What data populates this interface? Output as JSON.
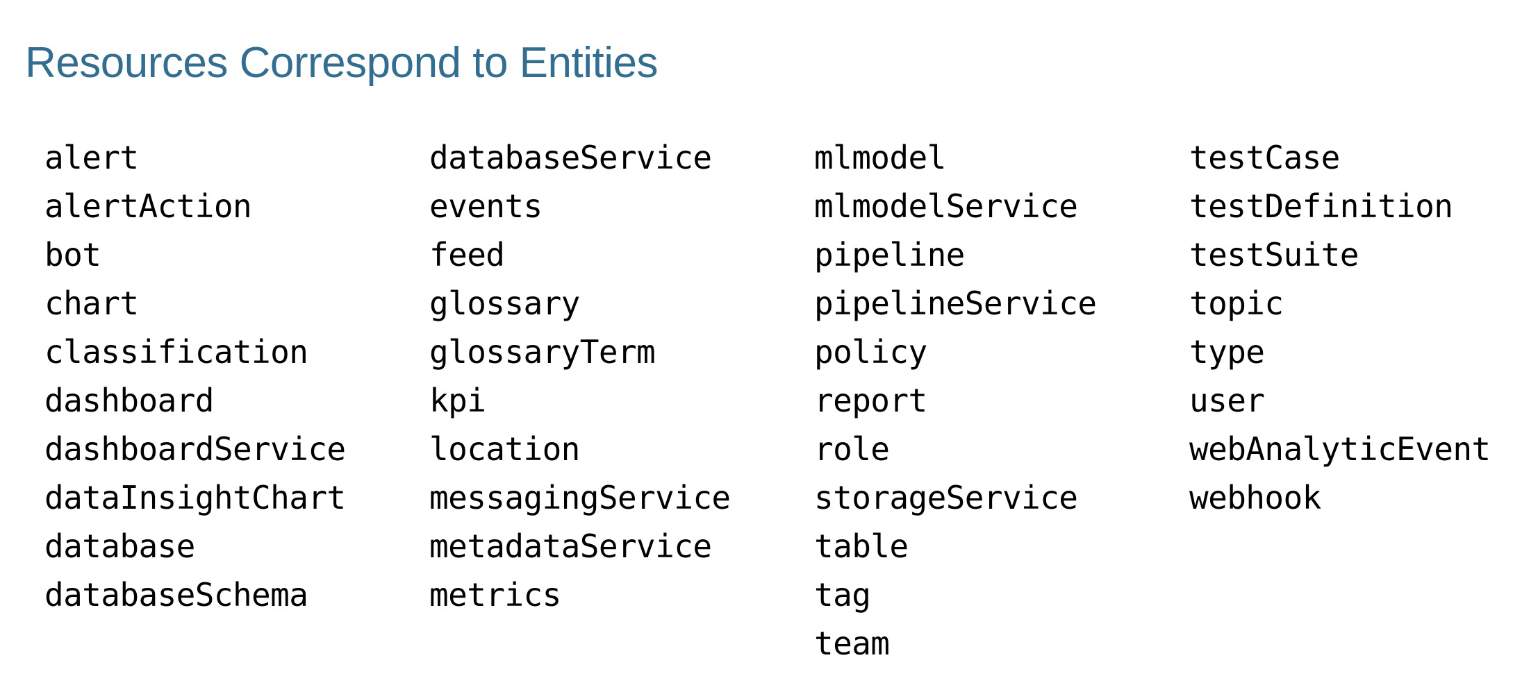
{
  "slide": {
    "title": "Resources Correspond to Entities",
    "title_color": "#336e91",
    "background_color": "#ffffff",
    "body_text_color": "#000000"
  },
  "columns": [
    {
      "name": "column-1",
      "items": [
        "alert",
        "alertAction",
        "bot",
        "chart",
        "classification",
        "dashboard",
        "dashboardService",
        "dataInsightChart",
        "database",
        "databaseSchema"
      ]
    },
    {
      "name": "column-2",
      "items": [
        "databaseService",
        "events",
        "feed",
        "glossary",
        "glossaryTerm",
        "kpi",
        "location",
        "messagingService",
        "metadataService",
        "metrics"
      ]
    },
    {
      "name": "column-3",
      "items": [
        "mlmodel",
        "mlmodelService",
        "pipeline",
        "pipelineService",
        "policy",
        "report",
        "role",
        "storageService",
        "table",
        "tag",
        "team"
      ]
    },
    {
      "name": "column-4",
      "items": [
        "testCase",
        "testDefinition",
        "testSuite",
        "topic",
        "type",
        "user",
        "webAnalyticEvent",
        "webhook"
      ]
    }
  ]
}
